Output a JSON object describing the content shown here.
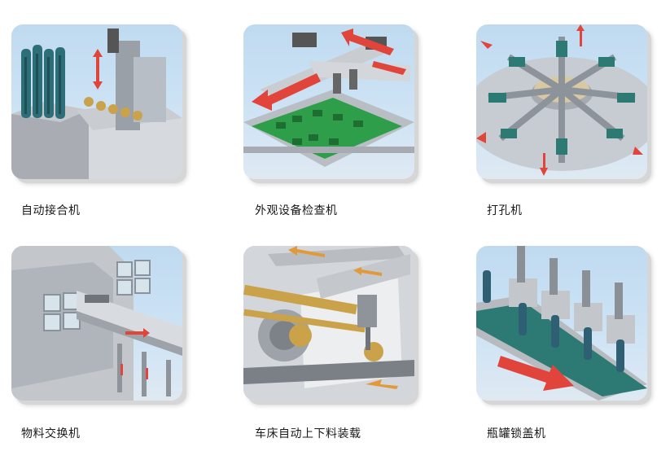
{
  "machines": [
    {
      "id": "auto-joining",
      "label": "自动接合机",
      "illustration": "auto-joining-machine"
    },
    {
      "id": "visual-inspection",
      "label": "外观设备检查机",
      "illustration": "visual-inspection-machine"
    },
    {
      "id": "drilling",
      "label": "打孔机",
      "illustration": "drilling-machine"
    },
    {
      "id": "material-exchange",
      "label": "物料交换机",
      "illustration": "material-exchange-machine"
    },
    {
      "id": "lathe-loading",
      "label": "车床自动上下料装载",
      "illustration": "lathe-loading-machine"
    },
    {
      "id": "bottle-capping",
      "label": "瓶罐锁盖机",
      "illustration": "bottle-capping-machine"
    }
  ],
  "colors": {
    "panel_bg": "#cfe4f5",
    "arrow_red": "#e0443a",
    "pcb_green": "#2e9e4a",
    "steel": "#b8bcc2",
    "teal": "#2d7a74",
    "brass": "#c9a24a"
  }
}
